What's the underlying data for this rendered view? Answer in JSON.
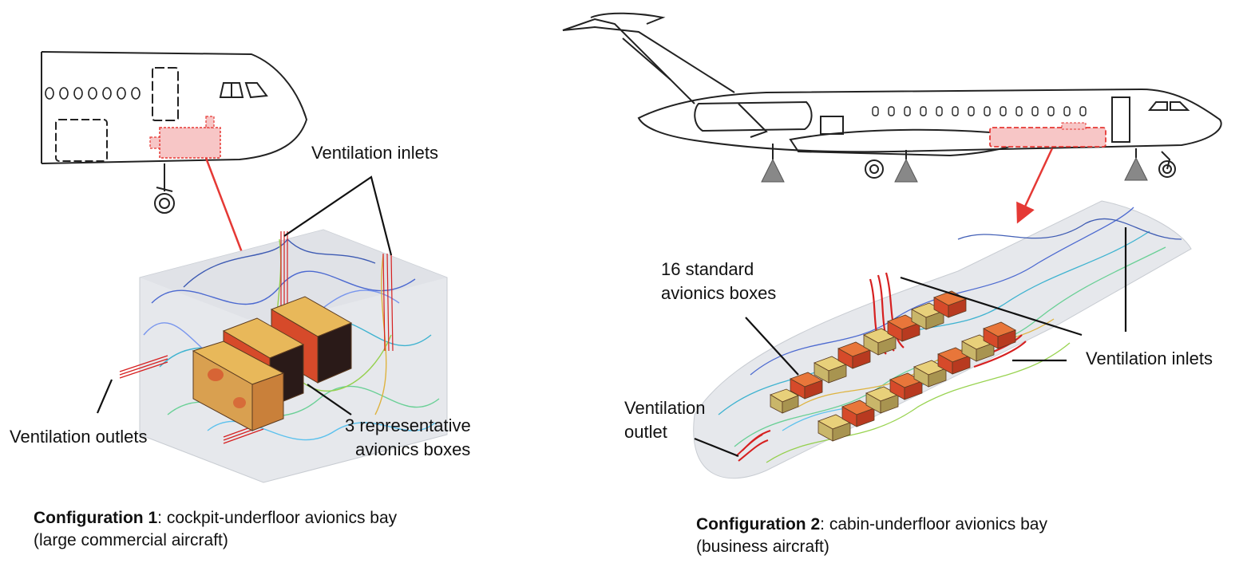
{
  "config1": {
    "label_inlets": "Ventilation inlets",
    "label_outlets": "Ventilation outlets",
    "label_boxes_line1": "3 representative",
    "label_boxes_line2": "avionics boxes",
    "caption_bold": "Configuration 1",
    "caption_rest": ": cockpit-underfloor avionics bay",
    "caption_line2": "(large commercial aircraft)"
  },
  "config2": {
    "label_boxes_line1": "16 standard",
    "label_boxes_line2": "avionics boxes",
    "label_outlet_line1": "Ventilation",
    "label_outlet_line2": "outlet",
    "label_inlets": "Ventilation inlets",
    "caption_bold": "Configuration 2",
    "caption_rest": ": cabin-underfloor avionics bay",
    "caption_line2": "(business aircraft)"
  },
  "colors": {
    "highlight_fill": "#f7c6c6",
    "highlight_stroke": "#e53935",
    "arrow": "#e53935",
    "bay_fill": "#e6e8ec",
    "box_hot": "#d64a2a",
    "box_warm": "#e8b85a",
    "box_cool": "#c9b66a"
  }
}
